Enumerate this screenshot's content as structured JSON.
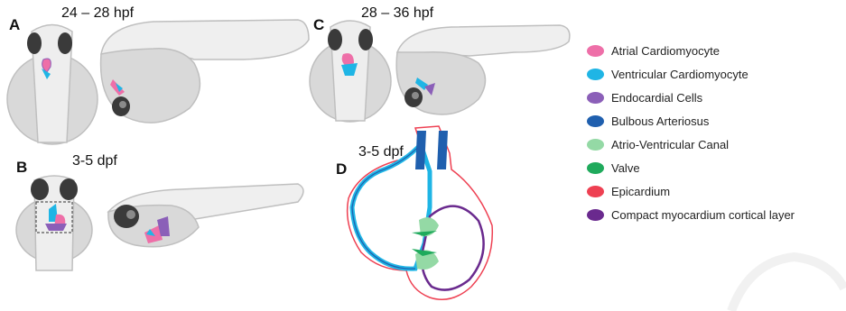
{
  "panels": {
    "a": {
      "letter": "A",
      "stage": "24 – 28 hpf"
    },
    "b": {
      "letter": "B",
      "stage": "3-5 dpf"
    },
    "c": {
      "letter": "C",
      "stage": "28 – 36 hpf"
    },
    "d": {
      "letter": "D",
      "stage": "3-5 dpf"
    }
  },
  "legend": [
    {
      "label": "Atrial Cardiomyocyte",
      "color": "#ee6fa8"
    },
    {
      "label": "Ventricular Cardiomyocyte",
      "color": "#1fb5e5"
    },
    {
      "label": "Endocardial Cells",
      "color": "#8b5fb8"
    },
    {
      "label": "Bulbous Arteriosus",
      "color": "#1f5fae"
    },
    {
      "label": "Atrio-Ventricular Canal",
      "color": "#94d9a5"
    },
    {
      "label": "Valve",
      "color": "#1faa5c"
    },
    {
      "label": "Epicardium",
      "color": "#ee4052"
    },
    {
      "label": "Compact myocardium cortical layer",
      "color": "#6a2a8e"
    }
  ]
}
